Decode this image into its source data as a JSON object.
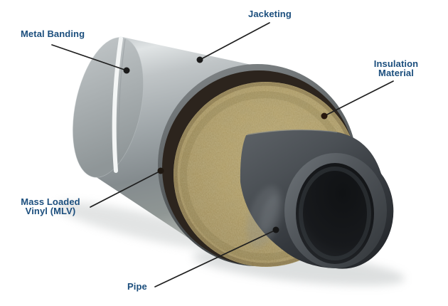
{
  "figure": {
    "type": "cutaway-diagram",
    "subject": "insulated pipe assembly",
    "background_color": "#ffffff",
    "label_text_color": "#1b4e7d",
    "leader_line_color": "#1f1f1f",
    "labels": {
      "jacketing": "Jacketing",
      "metal_banding": "Metal Banding",
      "insulation_material": "Insulation Material",
      "mass_loaded_vinyl": "Mass Loaded Vinyl (MLV)",
      "pipe": "Pipe"
    },
    "materials": {
      "jacket_color": "#a5abae",
      "metal_band_color": "#f6f8f8",
      "mlv_color": "#2c241d",
      "insulation_color": "#a9955e",
      "pipe_color": "#43484d"
    }
  }
}
